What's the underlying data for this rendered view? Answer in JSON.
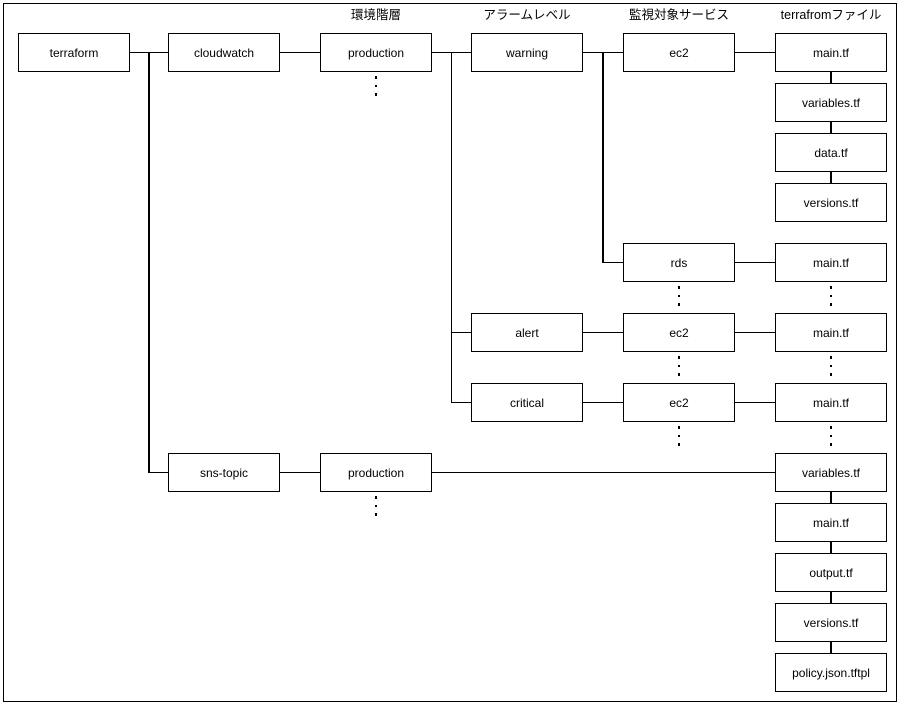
{
  "diagram": {
    "type": "tree",
    "description": "terraform directory structure diagram",
    "colors": {
      "background": "#ffffff",
      "line": "#000000",
      "box_border": "#000000",
      "box_fill": "#ffffff",
      "text": "#000000"
    },
    "column_headers": [
      {
        "label": "環境階層",
        "col": 2
      },
      {
        "label": "アラームレベル",
        "col": 3
      },
      {
        "label": "監視対象サービス",
        "col": 4
      },
      {
        "label": "terrafromファイル",
        "col": 5
      }
    ],
    "nodes": [
      {
        "id": "terraform",
        "label": "terraform",
        "col": 0,
        "row": 0
      },
      {
        "id": "cloudwatch",
        "label": "cloudwatch",
        "col": 1,
        "row": 0
      },
      {
        "id": "production-cloudwatch",
        "label": "production",
        "col": 2,
        "row": 0,
        "ellipsis_below": true
      },
      {
        "id": "warning",
        "label": "warning",
        "col": 3,
        "row": 0
      },
      {
        "id": "ec2-warning",
        "label": "ec2",
        "col": 4,
        "row": 0
      },
      {
        "id": "main-tf-warning-ec2",
        "label": "main.tf",
        "col": 5,
        "row": 0
      },
      {
        "id": "variables-tf-warning-ec2",
        "label": "variables.tf",
        "col": 5,
        "row": 1
      },
      {
        "id": "data-tf-warning-ec2",
        "label": "data.tf",
        "col": 5,
        "row": 2
      },
      {
        "id": "versions-tf-warning-ec2",
        "label": "versions.tf",
        "col": 5,
        "row": 3
      },
      {
        "id": "rds",
        "label": "rds",
        "col": 4,
        "row": 4,
        "ellipsis_below": true
      },
      {
        "id": "main-tf-warning-rds",
        "label": "main.tf",
        "col": 5,
        "row": 4,
        "ellipsis_below": true
      },
      {
        "id": "alert",
        "label": "alert",
        "col": 3,
        "row": 5
      },
      {
        "id": "ec2-alert",
        "label": "ec2",
        "col": 4,
        "row": 5,
        "ellipsis_below": true
      },
      {
        "id": "main-tf-alert-ec2",
        "label": "main.tf",
        "col": 5,
        "row": 5,
        "ellipsis_below": true
      },
      {
        "id": "critical",
        "label": "critical",
        "col": 3,
        "row": 6
      },
      {
        "id": "ec2-critical",
        "label": "ec2",
        "col": 4,
        "row": 6,
        "ellipsis_below": true
      },
      {
        "id": "main-tf-critical-ec2",
        "label": "main.tf",
        "col": 5,
        "row": 6,
        "ellipsis_below": true
      },
      {
        "id": "sns-topic",
        "label": "sns-topic",
        "col": 1,
        "row": 7
      },
      {
        "id": "production-sns",
        "label": "production",
        "col": 2,
        "row": 7,
        "ellipsis_below": true
      },
      {
        "id": "variables-tf-sns",
        "label": "variables.tf",
        "col": 5,
        "row": 7
      },
      {
        "id": "main-tf-sns",
        "label": "main.tf",
        "col": 5,
        "row": 8
      },
      {
        "id": "output-tf-sns",
        "label": "output.tf",
        "col": 5,
        "row": 9
      },
      {
        "id": "versions-tf-sns",
        "label": "versions.tf",
        "col": 5,
        "row": 10
      },
      {
        "id": "policy-json-tftpl-sns",
        "label": "policy.json.tftpl",
        "col": 5,
        "row": 11
      }
    ],
    "edges": [
      [
        "terraform",
        "cloudwatch"
      ],
      [
        "terraform",
        "sns-topic"
      ],
      [
        "cloudwatch",
        "production-cloudwatch"
      ],
      [
        "production-cloudwatch",
        "warning"
      ],
      [
        "production-cloudwatch",
        "alert"
      ],
      [
        "production-cloudwatch",
        "critical"
      ],
      [
        "warning",
        "ec2-warning"
      ],
      [
        "warning",
        "rds"
      ],
      [
        "ec2-warning",
        "main-tf-warning-ec2"
      ],
      [
        "main-tf-warning-ec2",
        "variables-tf-warning-ec2"
      ],
      [
        "variables-tf-warning-ec2",
        "data-tf-warning-ec2"
      ],
      [
        "data-tf-warning-ec2",
        "versions-tf-warning-ec2"
      ],
      [
        "rds",
        "main-tf-warning-rds"
      ],
      [
        "alert",
        "ec2-alert"
      ],
      [
        "ec2-alert",
        "main-tf-alert-ec2"
      ],
      [
        "critical",
        "ec2-critical"
      ],
      [
        "ec2-critical",
        "main-tf-critical-ec2"
      ],
      [
        "sns-topic",
        "production-sns"
      ],
      [
        "production-sns",
        "variables-tf-sns"
      ],
      [
        "variables-tf-sns",
        "main-tf-sns"
      ],
      [
        "main-tf-sns",
        "output-tf-sns"
      ],
      [
        "output-tf-sns",
        "versions-tf-sns"
      ],
      [
        "versions-tf-sns",
        "policy-json-tftpl-sns"
      ]
    ]
  }
}
